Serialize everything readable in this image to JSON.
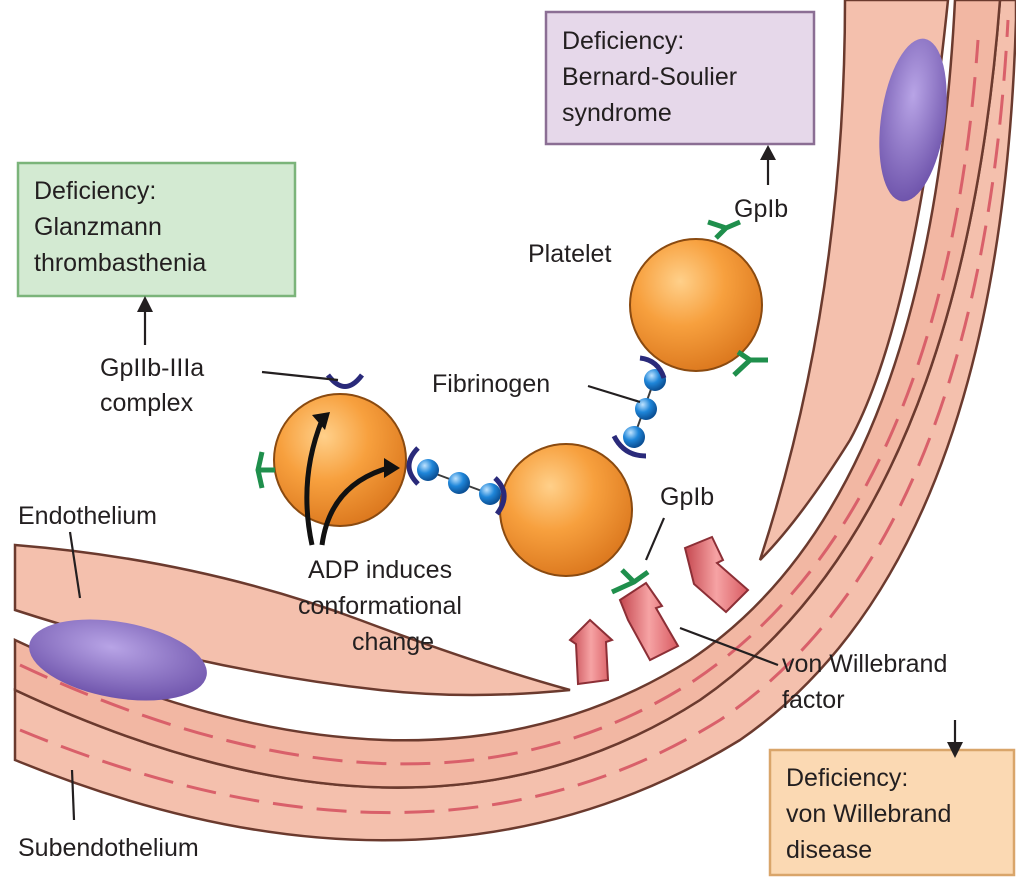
{
  "boxes": {
    "glanzmann": {
      "lines": [
        "Deficiency:",
        "Glanzmann",
        "thrombasthenia"
      ],
      "fill": "#d3ead2",
      "stroke": "#7bb47a"
    },
    "bernard": {
      "lines": [
        "Deficiency:",
        "Bernard-Soulier",
        "syndrome"
      ],
      "fill": "#e6d8ea",
      "stroke": "#8b6e94"
    },
    "vwd": {
      "lines": [
        "Deficiency:",
        "von Willebrand",
        "disease"
      ],
      "fill": "#fbd9b3",
      "stroke": "#d9a56a"
    }
  },
  "labels": {
    "gp2b3a": [
      "GpIIb-IIIa",
      "complex"
    ],
    "fibrinogen": "Fibrinogen",
    "platelet": "Platelet",
    "gp1b_top": "GpIb",
    "gp1b_mid": "GpIb",
    "endothelium": "Endothelium",
    "subendothelium": "Subendothelium",
    "adp": [
      "ADP induces",
      "conformational",
      "change"
    ],
    "vwf": [
      "von Willebrand",
      "factor"
    ]
  },
  "colors": {
    "platelet": "#f39a32",
    "vessel_wall": "#f4c0ad",
    "nucleus": "#7f63b5",
    "receptor_gp1b": "#1f8f4c",
    "receptor_gp2b3a": "#2a2a7a",
    "fibrinogen_bead": "#1a7bd0",
    "vwf_arrow": "#e7767a"
  }
}
